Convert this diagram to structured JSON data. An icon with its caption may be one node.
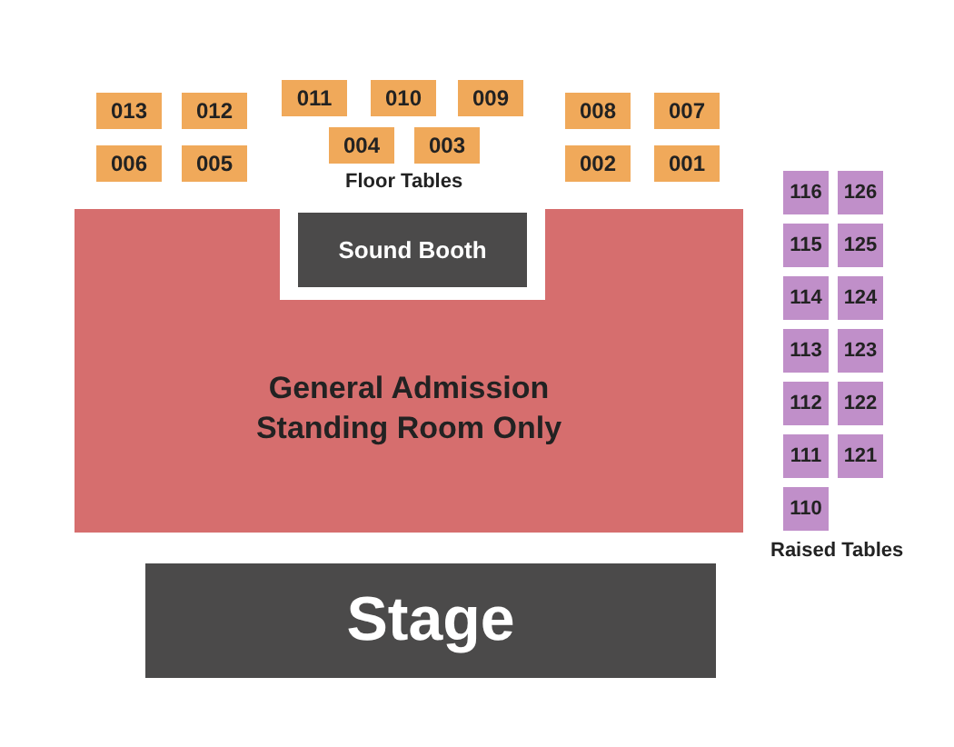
{
  "diagram": {
    "nodes": [
      {
        "text": [
          "013"
        ]
      },
      {
        "text": [
          "012"
        ]
      },
      {
        "text": [
          "011"
        ]
      },
      {
        "text": [
          "010"
        ]
      },
      {
        "text": [
          "009"
        ]
      },
      {
        "text": [
          "008"
        ]
      },
      {
        "text": [
          "007"
        ]
      },
      {
        "text": [
          "004"
        ]
      },
      {
        "text": [
          "003"
        ]
      },
      {
        "text": [
          "006"
        ]
      },
      {
        "text": [
          "005"
        ]
      },
      {
        "text": [
          "002"
        ]
      },
      {
        "text": [
          "001"
        ]
      },
      {
        "text": [
          "116"
        ]
      },
      {
        "text": [
          "126"
        ]
      },
      {
        "text": [
          "115"
        ]
      },
      {
        "text": [
          "125"
        ]
      },
      {
        "text": [
          "114"
        ]
      },
      {
        "text": [
          "124"
        ]
      },
      {
        "text": [
          "113"
        ]
      },
      {
        "text": [
          "123"
        ]
      },
      {
        "text": [
          "112"
        ]
      },
      {
        "text": [
          "122"
        ]
      },
      {
        "text": [
          "111"
        ]
      },
      {
        "text": [
          "121"
        ]
      },
      {
        "text": [
          "110"
        ]
      },
      {
        "text": [
          "Sound Booth"
        ]
      },
      {
        "text": [
          "General Admission Standing Room Only"
        ]
      },
      {
        "text": [
          "Stage"
        ]
      }
    ],
    "labels": [
      "Floor Tables",
      "Raised Tables"
    ]
  }
}
